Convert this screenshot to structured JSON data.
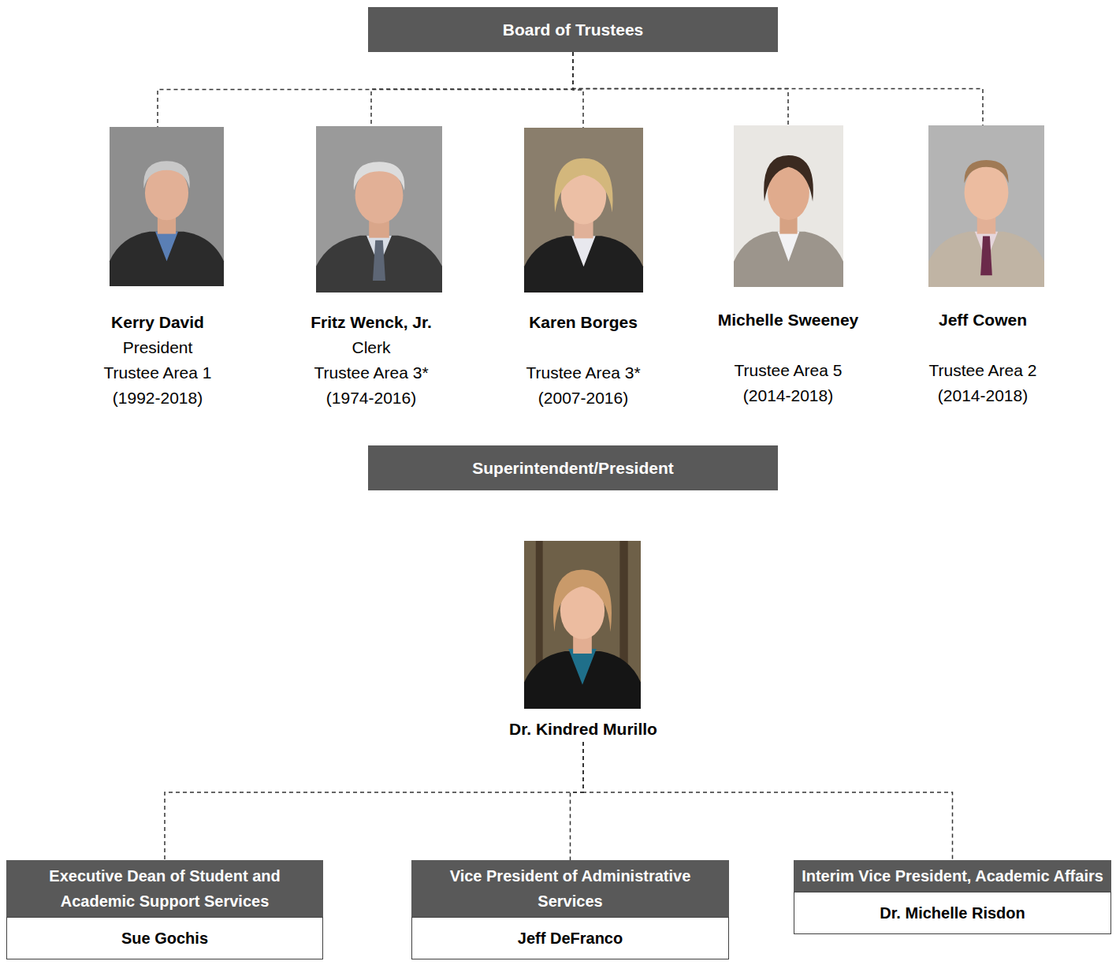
{
  "diagram": {
    "nodes": [
      {
        "text": [
          "Board of Trustees"
        ]
      },
      {
        "text": [
          "Kerry David",
          "President",
          "Trustee Area 1",
          "(1992-2018)"
        ]
      },
      {
        "text": [
          "Fritz Wenck, Jr.",
          "Clerk",
          "Trustee Area 3*",
          "(1974-2016)"
        ]
      },
      {
        "text": [
          "Karen Borges",
          "Trustee Area 3*",
          "(2007-2016)"
        ]
      },
      {
        "text": [
          "Michelle Sweeney",
          "Trustee Area 5",
          "(2014-2018)"
        ]
      },
      {
        "text": [
          "Jeff Cowen",
          "Trustee Area 2",
          "(2014-2018)"
        ]
      },
      {
        "text": [
          "Superintendent/President"
        ]
      },
      {
        "text": [
          "Dr. Kindred Murillo"
        ]
      },
      {
        "text": [
          "Executive Dean of Student and Academic Support Services",
          "Sue Gochis"
        ]
      },
      {
        "text": [
          "Vice President of Administrative Services",
          "Jeff DeFranco"
        ]
      },
      {
        "text": [
          "Interim Vice President, Academic Affairs",
          "Dr. Michelle Risdon"
        ]
      }
    ],
    "edges": [
      {
        "from": 0,
        "to": 1,
        "arrow": "none"
      },
      {
        "from": 0,
        "to": 2,
        "arrow": "none"
      },
      {
        "from": 0,
        "to": 3,
        "arrow": "none"
      },
      {
        "from": 0,
        "to": 4,
        "arrow": "none"
      },
      {
        "from": 0,
        "to": 5,
        "arrow": "none"
      },
      {
        "from": 7,
        "to": 8,
        "arrow": "none"
      },
      {
        "from": 7,
        "to": 9,
        "arrow": "none"
      },
      {
        "from": 7,
        "to": 10,
        "arrow": "none"
      }
    ]
  }
}
